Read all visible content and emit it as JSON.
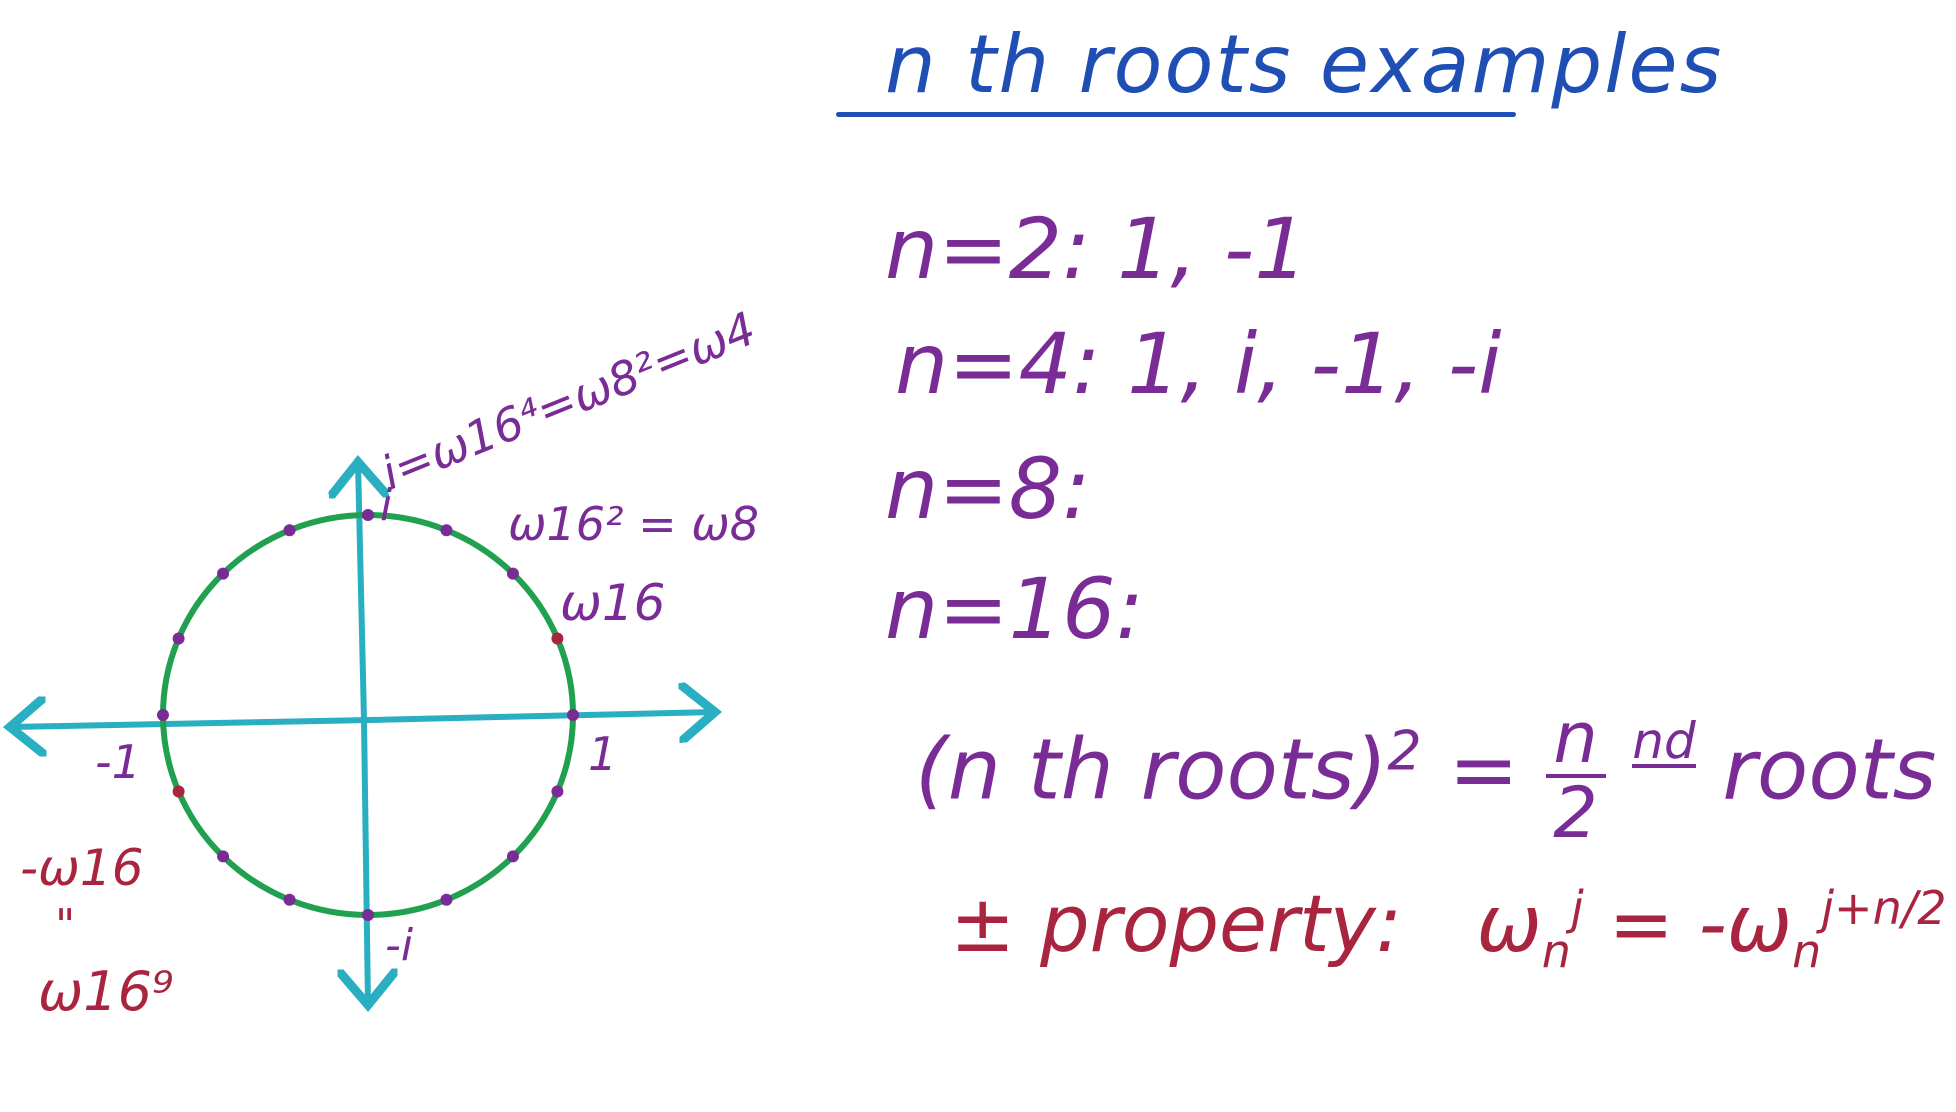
{
  "title": "n th roots examples",
  "examples": [
    {
      "label": "n=2:",
      "values": "1, -1"
    },
    {
      "label": "n=4:",
      "values": "1, i, -1, -i"
    },
    {
      "label": "n=8:",
      "values": ""
    },
    {
      "label": "n=16:",
      "values": ""
    }
  ],
  "squaring": {
    "lhs": "(n th roots)",
    "exp": "2",
    "eq": "=",
    "num": "n",
    "den": "2",
    "nd": "nd",
    "rhs": "roots"
  },
  "pm_property": {
    "label": "± property:",
    "w": "ω",
    "sub": "n",
    "sup_left": "j",
    "eq": "= -ω",
    "sup_right": "j+n/2"
  },
  "circle_labels": {
    "pos_one": "1",
    "neg_one": "-1",
    "pos_i": "i",
    "neg_i": "-i",
    "w16": "ω16",
    "w16_2": "ω16² = ω8",
    "top": "i=ω16⁴=ω8²=ω4",
    "minus_w16": "-ω16",
    "ditto": "\"",
    "w16_9": "ω16⁹"
  },
  "colors": {
    "title": "#1f4fb5",
    "examples": "#7a2c96",
    "property": "#a8243f",
    "axes": "#2aaec2",
    "circle": "#21a04f",
    "root_points": "#7a2c96",
    "highlight_points": "#a8243f"
  }
}
